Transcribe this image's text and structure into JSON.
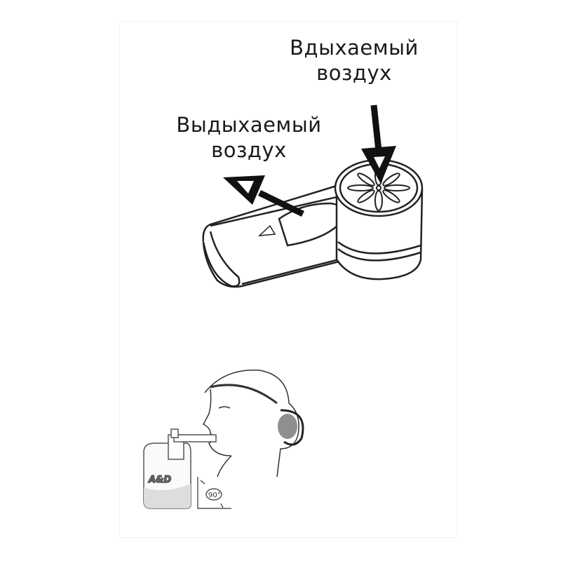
{
  "labels": {
    "inhaled_line1": "Вдыхаемый",
    "inhaled_line2": "воздух",
    "exhaled_line1": "Выдыхаемый",
    "exhaled_line2": "воздух"
  },
  "device": {
    "brand_logo": "A&D",
    "angle": "90°"
  }
}
